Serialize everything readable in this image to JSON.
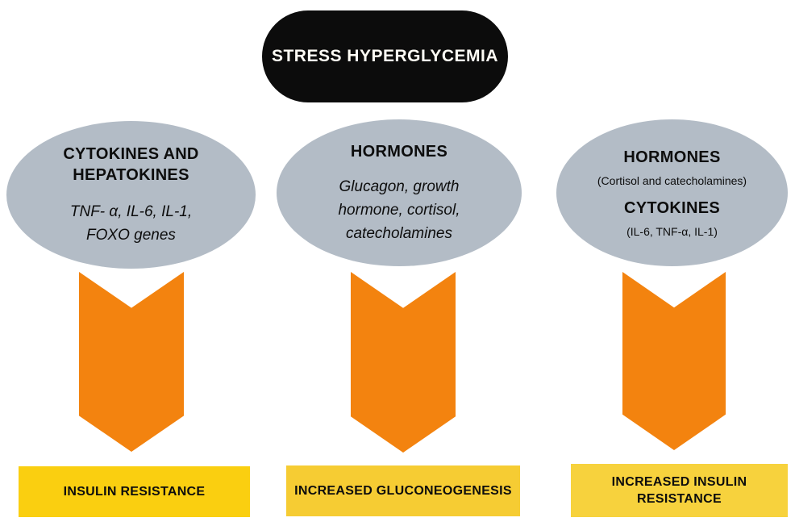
{
  "colors": {
    "background": "#FFFFFF",
    "title_bg": "#0C0C0C",
    "title_text": "#FFFDF5",
    "bubble_bg": "#B3BCC6",
    "arrow_orange": "#F3830F",
    "text_dark": "#0D0D0D"
  },
  "title": {
    "label": "STRESS HYPERGLYCEMIA"
  },
  "columns": [
    {
      "bubble": {
        "heading": "CYTOKINES AND\nHEPATOKINES",
        "body": "TNF- α, IL-6, IL-1,\nFOXO genes"
      },
      "arrow_icon": "down-arrow",
      "outcome": "INSULIN RESISTANCE",
      "outcome_bg": "#FACF10"
    },
    {
      "bubble": {
        "heading": "HORMONES",
        "body": "Glucagon, growth\nhormone, cortisol,\ncatecholamines"
      },
      "arrow_icon": "down-arrow",
      "outcome": "INCREASED GLUCONEOGENESIS",
      "outcome_bg": "#F6CC33"
    },
    {
      "bubble": {
        "heading1": "HORMONES",
        "subtext1": "(Cortisol and catecholamines)",
        "heading2": "CYTOKINES",
        "subtext2": "(IL-6, TNF-α, IL-1)"
      },
      "arrow_icon": "down-arrow",
      "outcome": "INCREASED INSULIN\nRESISTANCE",
      "outcome_bg": "#F7D23D"
    }
  ]
}
